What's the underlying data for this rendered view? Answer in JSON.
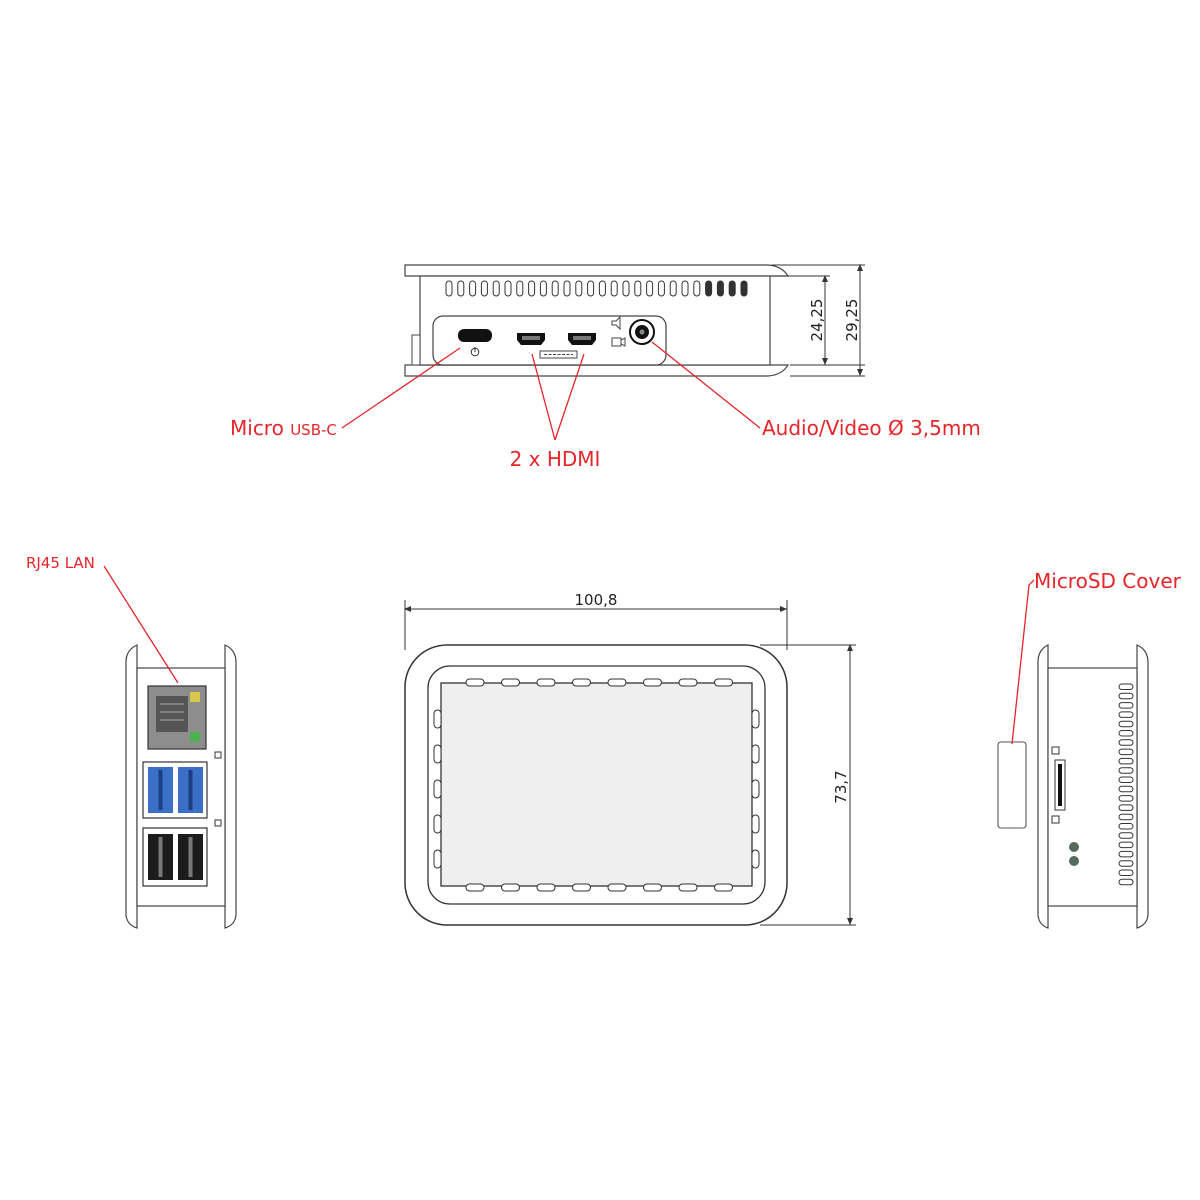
{
  "callouts": {
    "usb_c_prefix": "Micro ",
    "usb_c_suffix": "USB-C",
    "hdmi": "2 x HDMI",
    "audio_video": "Audio/Video Ø 3,5mm",
    "rj45": "RJ45 LAN",
    "microsd": "MicroSD Cover"
  },
  "dimensions": {
    "height_inner": "24,25",
    "height_outer": "29,25",
    "width": "100,8",
    "depth": "73,7"
  },
  "colors": {
    "callout": "#e5252a",
    "usb_blue": "#3c6fc6",
    "led_yellow": "#d8c84a",
    "led_green": "#4caf50"
  },
  "icons": {
    "power": "power-icon",
    "audio": "speaker-icon",
    "video": "camera-icon",
    "hdmi_logo": "hdmi-logo"
  }
}
